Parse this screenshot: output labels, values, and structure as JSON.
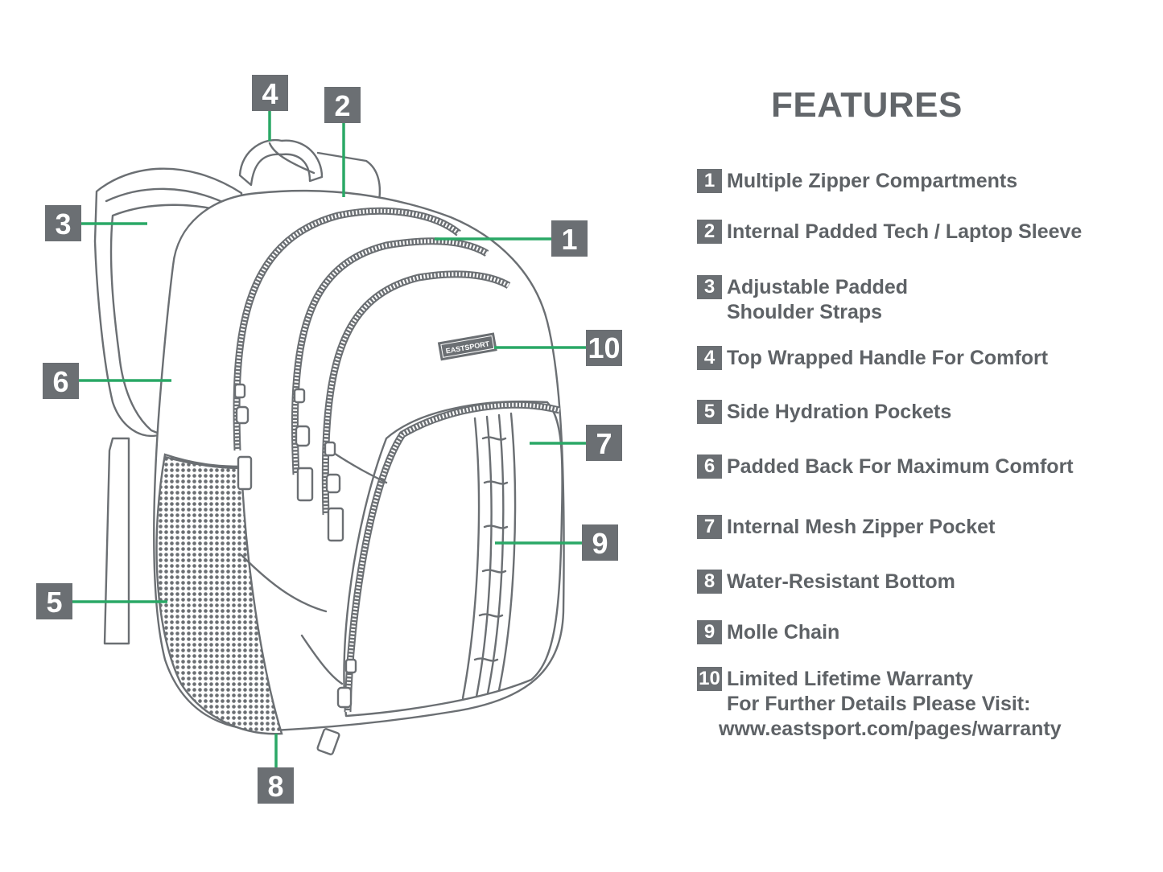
{
  "features_title": "FEATURES",
  "brand_label": "EASTSPORT",
  "colors": {
    "callout_box": "#6b6f73",
    "leader_line": "#2aa866",
    "text": "#5e6266",
    "outline": "#6b6f73"
  },
  "features": [
    {
      "num": "1",
      "lines": [
        "Multiple Zipper Compartments"
      ]
    },
    {
      "num": "2",
      "lines": [
        "Internal Padded Tech / Laptop Sleeve"
      ]
    },
    {
      "num": "3",
      "lines": [
        "Adjustable Padded",
        "Shoulder Straps"
      ]
    },
    {
      "num": "4",
      "lines": [
        "Top Wrapped Handle For Comfort"
      ]
    },
    {
      "num": "5",
      "lines": [
        "Side Hydration Pockets"
      ]
    },
    {
      "num": "6",
      "lines": [
        "Padded Back For Maximum Comfort"
      ]
    },
    {
      "num": "7",
      "lines": [
        "Internal Mesh Zipper Pocket"
      ]
    },
    {
      "num": "8",
      "lines": [
        "Water-Resistant Bottom"
      ]
    },
    {
      "num": "9",
      "lines": [
        "Molle Chain"
      ]
    },
    {
      "num": "10",
      "lines": [
        "Limited Lifetime Warranty",
        "For Further Details Please Visit:",
        "www.eastsport.com/pages/warranty"
      ]
    }
  ],
  "callouts": [
    "1",
    "2",
    "3",
    "4",
    "5",
    "6",
    "7",
    "8",
    "9",
    "10"
  ]
}
